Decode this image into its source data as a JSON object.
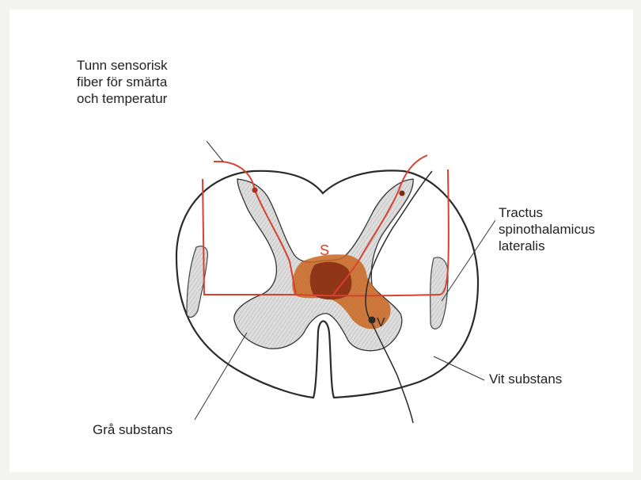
{
  "labels": {
    "fiber": "Tunn sensorisk\nfiber för smärta\noch temperatur",
    "tract": "Tractus\nspinothalamicus\nlateralis",
    "white_matter": "Vit substans",
    "gray_matter": "Grå substans"
  },
  "markers": {
    "s": "S",
    "v": "V"
  },
  "colors": {
    "outline": "#2a2a2a",
    "red_fiber": "#d8412f",
    "gray_matter": "#d2d2d2",
    "brown_center": "#b84a1e",
    "dark_brown": "#7a2a12",
    "orange": "#c9651f"
  }
}
